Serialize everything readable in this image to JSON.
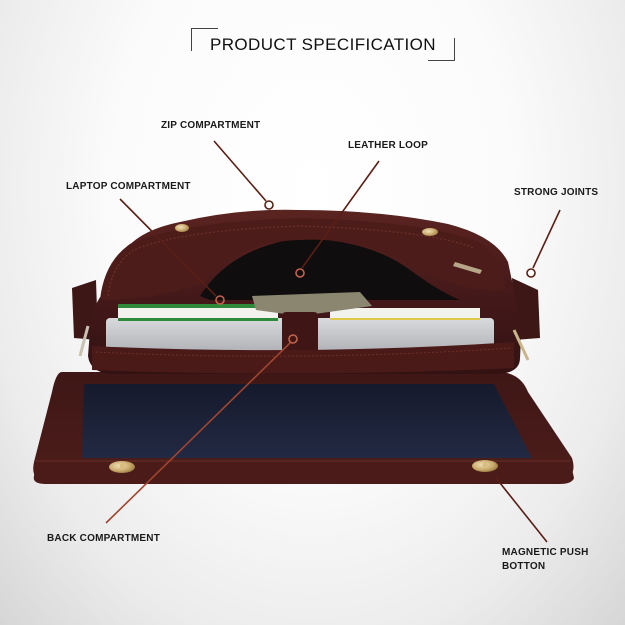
{
  "header": {
    "title": "PRODUCT SPECIFICATION"
  },
  "callouts": [
    {
      "id": "zip-compartment",
      "label": "ZIP COMPARTMENT"
    },
    {
      "id": "leather-loop",
      "label": "LEATHER LOOP"
    },
    {
      "id": "laptop-compartment",
      "label": "LAPTOP COMPARTMENT"
    },
    {
      "id": "strong-joints",
      "label": "STRONG JOINTS"
    },
    {
      "id": "back-compartment",
      "label": "BACK COMPARTMENT"
    },
    {
      "id": "magnetic-push-button",
      "label_line1": "MAGNETIC PUSH",
      "label_line2": "BOTTON"
    }
  ],
  "colors": {
    "leather": "#4a1a17",
    "leather_light": "#6b2b25",
    "lining": "#1c2238",
    "callout_line": "#5a1e14",
    "brass": "#c9a96a"
  }
}
